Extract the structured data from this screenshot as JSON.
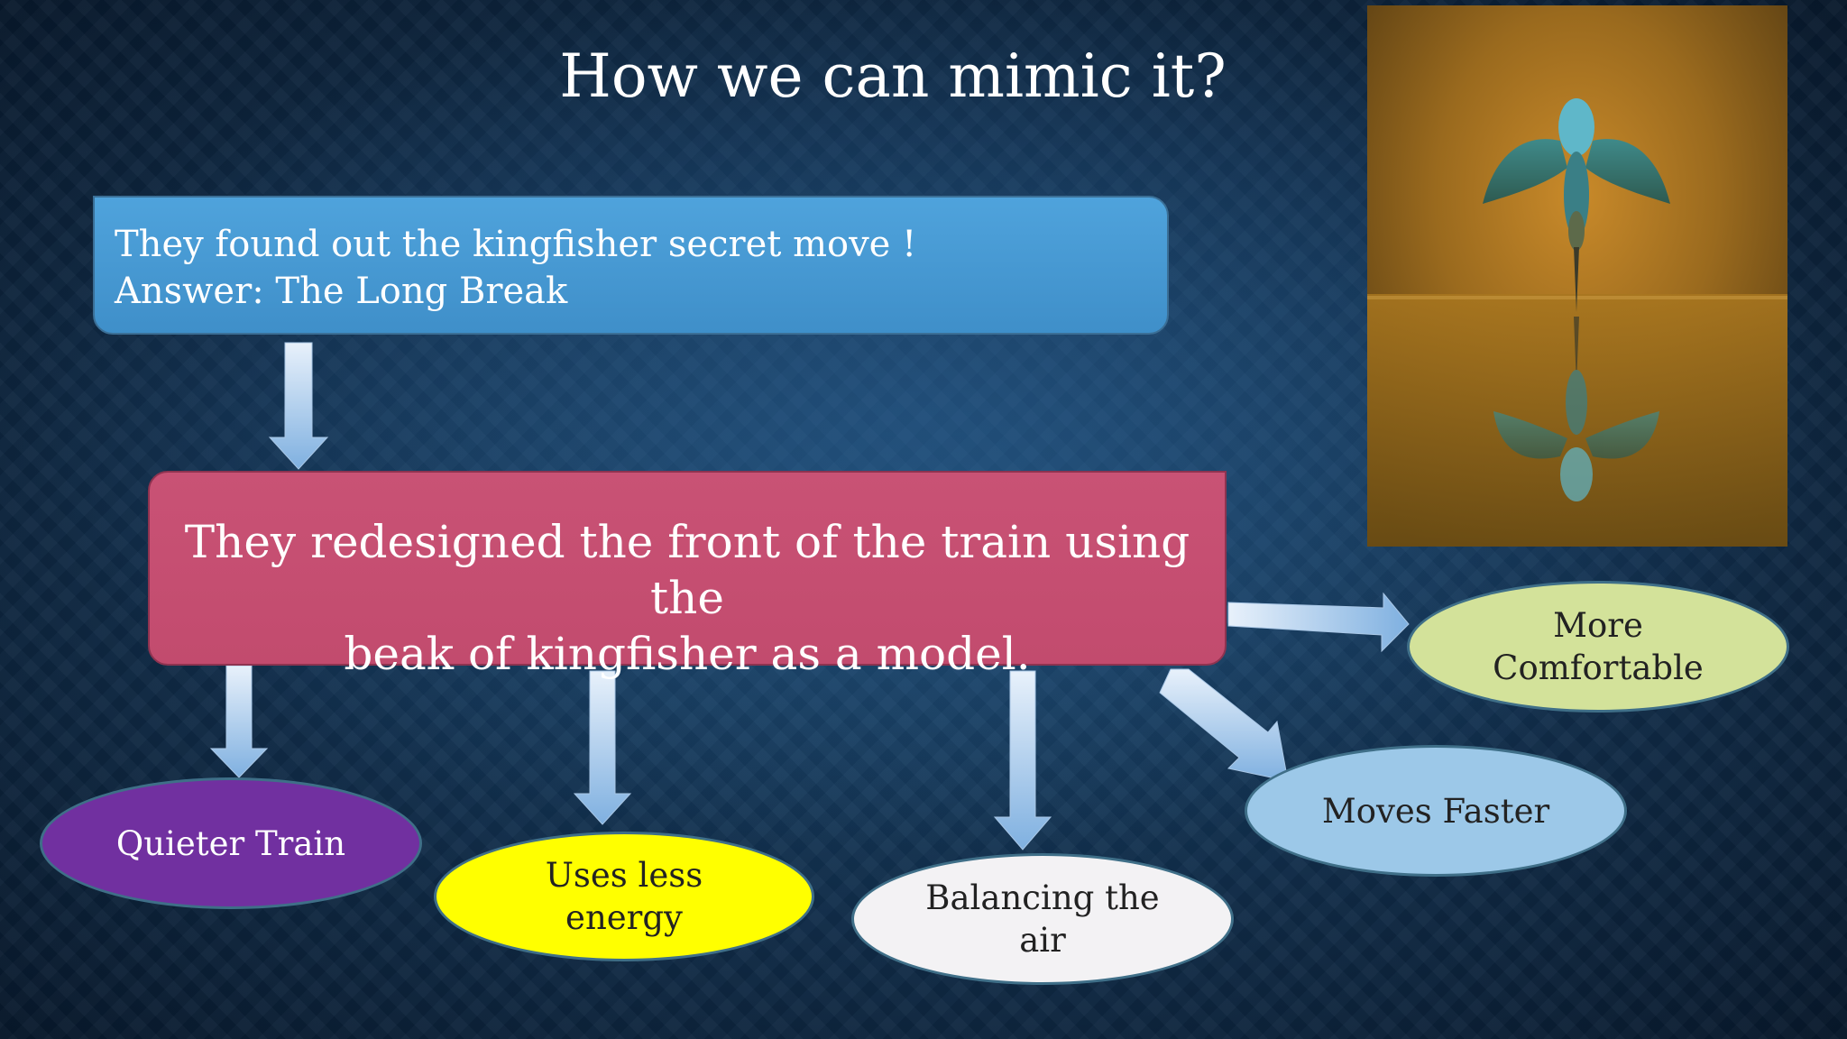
{
  "slide": {
    "title": "How we can mimic it?",
    "discovery": {
      "line1": "They found out the kingfisher secret move !",
      "line2": "Answer: The Long Break"
    },
    "redesign": {
      "line1": "They redesigned the front of the train using the",
      "line2": "beak of kingfisher as a model."
    },
    "benefits": {
      "quieter": "Quieter Train",
      "energy": {
        "line1": "Uses less",
        "line2": "energy"
      },
      "balance": {
        "line1": "Balancing the",
        "line2": "air"
      },
      "faster": "Moves Faster",
      "comfort": {
        "line1": "More",
        "line2": "Comfortable"
      }
    }
  },
  "colors": {
    "discovery_box": "#4a9ad6",
    "redesign_box": "#c44f71",
    "quieter": "#7130a0",
    "energy": "#ffff00",
    "balance": "#f3f2f4",
    "faster": "#9cc8e8",
    "comfort": "#d3e29a"
  },
  "icons": [
    "kingfisher-photo"
  ]
}
